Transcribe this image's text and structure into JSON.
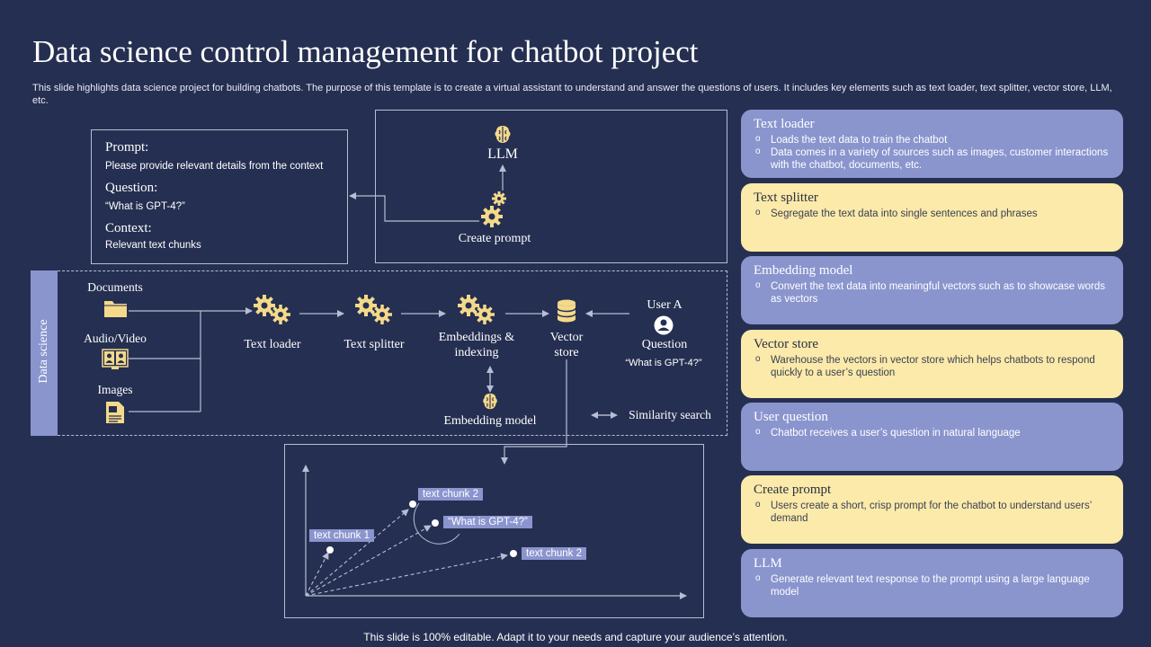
{
  "title": "Data science control management for chatbot project",
  "subtitle": "This slide highlights data science project for building chatbots. The purpose of this template is to create a virtual assistant to understand and answer the questions of users. It includes key elements such as text loader, text splitter, vector store, LLM, etc.",
  "prompt_box": {
    "prompt_heading": "Prompt:",
    "prompt_text": "Please provide relevant details from the context",
    "question_heading": "Question:",
    "question_text": "“What is GPT-4?”",
    "context_heading": "Context:",
    "context_text": "Relevant text chunks"
  },
  "llm_box": {
    "llm_label": "LLM",
    "create_prompt_label": "Create prompt"
  },
  "pipeline": {
    "side_label": "Data science",
    "documents": "Documents",
    "audio_video": "Audio/Video",
    "images": "Images",
    "text_loader": "Text loader",
    "text_splitter": "Text splitter",
    "embeddings_line1": "Embeddings &",
    "embeddings_line2": "indexing",
    "vector_line1": "Vector",
    "vector_line2": "store",
    "user": "User A",
    "question": "Question",
    "user_question": "“What is GPT-4?”",
    "embedding_model": "Embedding model",
    "similarity_search": "Similarity search"
  },
  "vector_plot": {
    "chunk_a": "text chunk 2",
    "chunk_b": "text chunk 1",
    "query": "“What is GPT-4?”",
    "chunk_c": "text chunk 2"
  },
  "cards": [
    {
      "title": "Text loader",
      "style": "blue",
      "bullets": [
        "Loads the text data to train the chatbot",
        "Data comes in a variety of sources such as images, customer interactions with the chatbot, documents, etc."
      ]
    },
    {
      "title": "Text splitter",
      "style": "yellow",
      "bullets": [
        "Segregate the text data into single sentences and phrases"
      ]
    },
    {
      "title": "Embedding model",
      "style": "blue",
      "bullets": [
        "Convert the text data into meaningful vectors such as to showcase words as vectors"
      ]
    },
    {
      "title": "Vector store",
      "style": "yellow",
      "bullets": [
        "Warehouse the vectors in vector store which helps chatbots to respond quickly to a user’s question"
      ]
    },
    {
      "title": "User question",
      "style": "blue",
      "bullets": [
        "Chatbot receives a user’s question in natural language"
      ]
    },
    {
      "title": "Create prompt",
      "style": "yellow",
      "bullets": [
        "Users create a short, crisp prompt for the chatbot to understand users’ demand"
      ]
    },
    {
      "title": "LLM",
      "style": "blue",
      "bullets": [
        "Generate relevant text response to the prompt using a large language model"
      ]
    }
  ],
  "footer": "This slide is 100% editable. Adapt it to your needs and capture your audience’s attention.",
  "colors": {
    "background": "#252f51",
    "accent_blue": "#8a95ce",
    "accent_yellow": "#fbeaa9",
    "icon_gold": "#f4d98a",
    "line": "#b7bdd4"
  }
}
